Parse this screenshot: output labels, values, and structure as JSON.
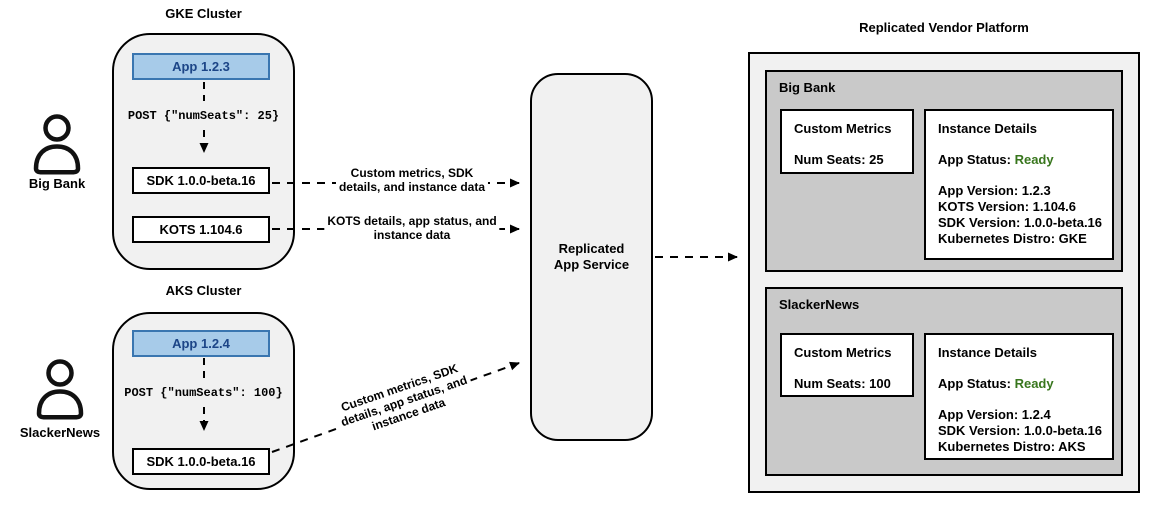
{
  "colors": {
    "cluster_fill": "#f1f1f1",
    "platform_fill": "#f1f1f1",
    "panel_fill": "#c9c9c9",
    "app_fill": "#a7cbe9",
    "app_border": "#3a76b0",
    "app_text": "#1c4587",
    "status_ready": "#38761d"
  },
  "users": [
    {
      "label": "Big Bank"
    },
    {
      "label": "SlackerNews"
    }
  ],
  "clusters": [
    {
      "title": "GKE Cluster",
      "app": "App 1.2.3",
      "post": "POST {\"numSeats\": 25}",
      "sdk": "SDK 1.0.0-beta.16",
      "kots": "KOTS 1.104.6"
    },
    {
      "title": "AKS Cluster",
      "app": "App 1.2.4",
      "post": "POST {\"numSeats\": 100}",
      "sdk": "SDK 1.0.0-beta.16"
    }
  ],
  "service": {
    "name_line1": "Replicated",
    "name_line2": "App Service"
  },
  "flows": [
    {
      "lines": [
        "Custom metrics, SDK",
        "details, and instance data"
      ]
    },
    {
      "lines": [
        "KOTS details, app status, and",
        "instance data"
      ]
    },
    {
      "lines": [
        "Custom metrics, SDK",
        "details, app status, and",
        "instance data"
      ]
    }
  ],
  "platform": {
    "title": "Replicated Vendor Platform",
    "tenants": [
      {
        "name": "Big Bank",
        "custom_metrics_title": "Custom Metrics",
        "custom_metric": "Num Seats: 25",
        "instance_details_title": "Instance Details",
        "app_status_label": "App Status:",
        "app_status_value": "Ready",
        "details": [
          "App Version: 1.2.3",
          "KOTS Version: 1.104.6",
          "SDK Version: 1.0.0-beta.16",
          "Kubernetes Distro: GKE"
        ]
      },
      {
        "name": "SlackerNews",
        "custom_metrics_title": "Custom Metrics",
        "custom_metric": "Num Seats: 100",
        "instance_details_title": "Instance Details",
        "app_status_label": "App Status:",
        "app_status_value": "Ready",
        "details": [
          "App Version: 1.2.4",
          "SDK Version: 1.0.0-beta.16",
          "Kubernetes Distro: AKS"
        ]
      }
    ]
  }
}
